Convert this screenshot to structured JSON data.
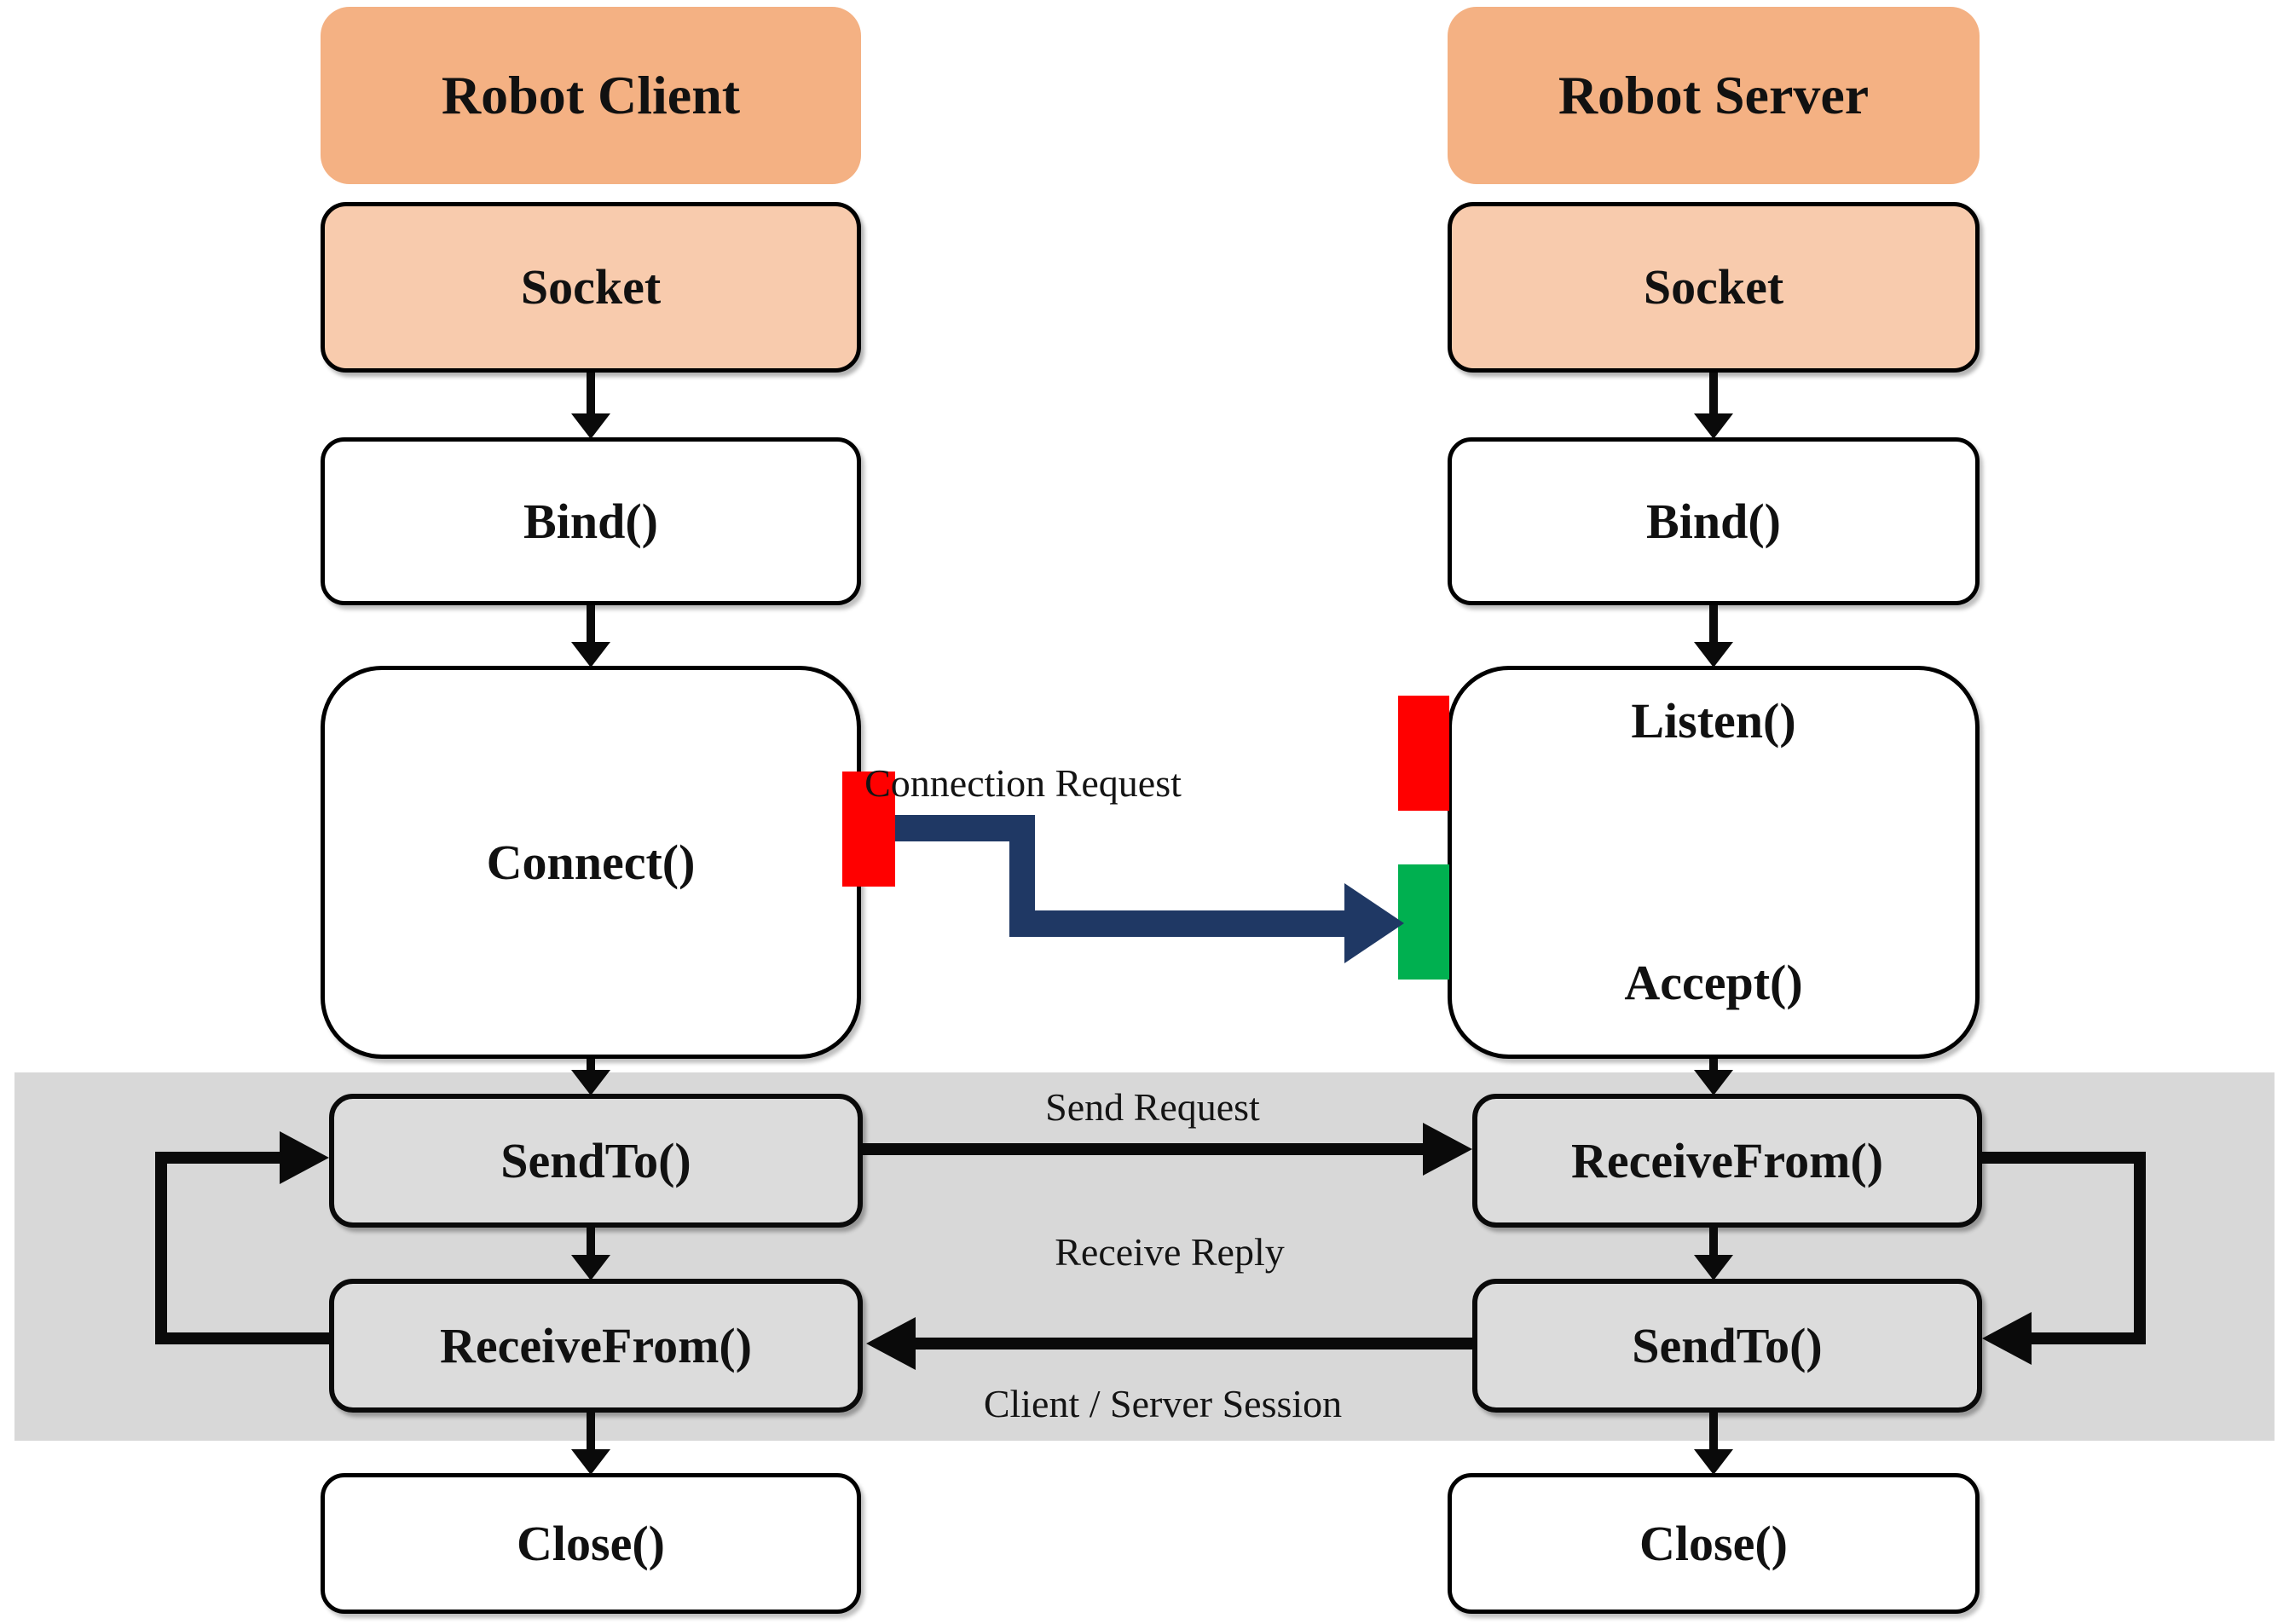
{
  "client": {
    "title": "Robot Client",
    "socket": "Socket",
    "bind": "Bind()",
    "connect": "Connect()",
    "sendto": "SendTo()",
    "receivefrom": "ReceiveFrom()",
    "close": "Close()"
  },
  "server": {
    "title": "Robot Server",
    "socket": "Socket",
    "bind": "Bind()",
    "listen": "Listen()",
    "accept": "Accept()",
    "receivefrom": "ReceiveFrom()",
    "sendto": "SendTo()",
    "close": "Close()"
  },
  "labels": {
    "connection_request": "Connection Request",
    "send_request": "Send Request",
    "receive_reply": "Receive Reply",
    "session": "Client / Server Session"
  },
  "colors": {
    "header_fill": "#F4B183",
    "socket_fill": "#F8CBAD",
    "session_band_fill": "#D8D8D8",
    "band_box_fill": "#DCDCDC",
    "box_border": "#000000",
    "port_red": "#FF0000",
    "port_green": "#00B050",
    "connection_arrow_navy": "#1F3864",
    "arrow_black": "#0A0A0A"
  }
}
